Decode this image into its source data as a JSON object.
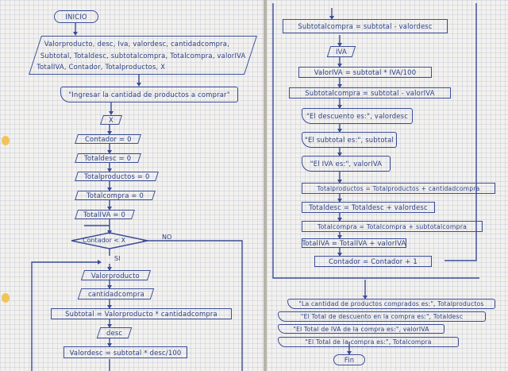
{
  "left": {
    "inicio": "INICIO",
    "decl_lines": [
      "Valorproducto, desc, Iva, valordesc, cantidadcompra,",
      "Subtotal, Totaldesc, subtotalcompra, Totalcompra, valorIVA",
      "TotalIVA, Contador, Totalproductos, X"
    ],
    "prompt": "\"Ingresar la cantidad de productos a comprar\"",
    "input_x": "X",
    "init": [
      "Contador = 0",
      "Totaldesc = 0",
      "Totalproductos = 0",
      "Totalcompra = 0",
      "TotalIVA = 0"
    ],
    "condition": "Contador < X",
    "no": "NO",
    "si": "SI",
    "read_valorproducto": "Valorproducto",
    "read_cantidad": "cantidadcompra",
    "subtotal_calc": "Subtotal = Valorproducto * cantidadcompra",
    "read_desc": "desc",
    "valordesc_calc": "Valordesc = subtotal * desc/100"
  },
  "right": {
    "subtotalcompra1": "Subtotalcompra = subtotal - valordesc",
    "read_iva": "IVA",
    "valoriva_calc": "ValorIVA = subtotal * IVA/100",
    "subtotalcompra2": "Subtotalcompra = subtotal - valorIVA",
    "out_desc": "\"El descuento es:\", valordesc",
    "out_subtotal": "\"El subtotal es:\", subtotal",
    "out_iva": "\"El IVA es:\", valorIVA",
    "acc_productos": "Totalproductos = Totalproductos + cantidadcompra",
    "acc_desc": "Totaldesc = Totaldesc + valordesc",
    "acc_compra": "Totalcompra = Totalcompra + subtotalcompra",
    "acc_iva": "TotalIVA = TotalIVA + valorIVA",
    "acc_contador": "Contador = Contador + 1",
    "final_outputs": [
      "\"La cantidad de productos comprados es:\", Totalproductos",
      "\"El Total de descuento en la compra es:\", Totaldesc",
      "\"El Total de IVA de la compra es:\", valorIVA",
      "\"El Total de la compra es:\", Totalcompra"
    ],
    "fin": "Fin"
  },
  "colors": {
    "ink": "#2b3f86",
    "paper": "#f3f1ee",
    "hole": "#f0c45a"
  }
}
